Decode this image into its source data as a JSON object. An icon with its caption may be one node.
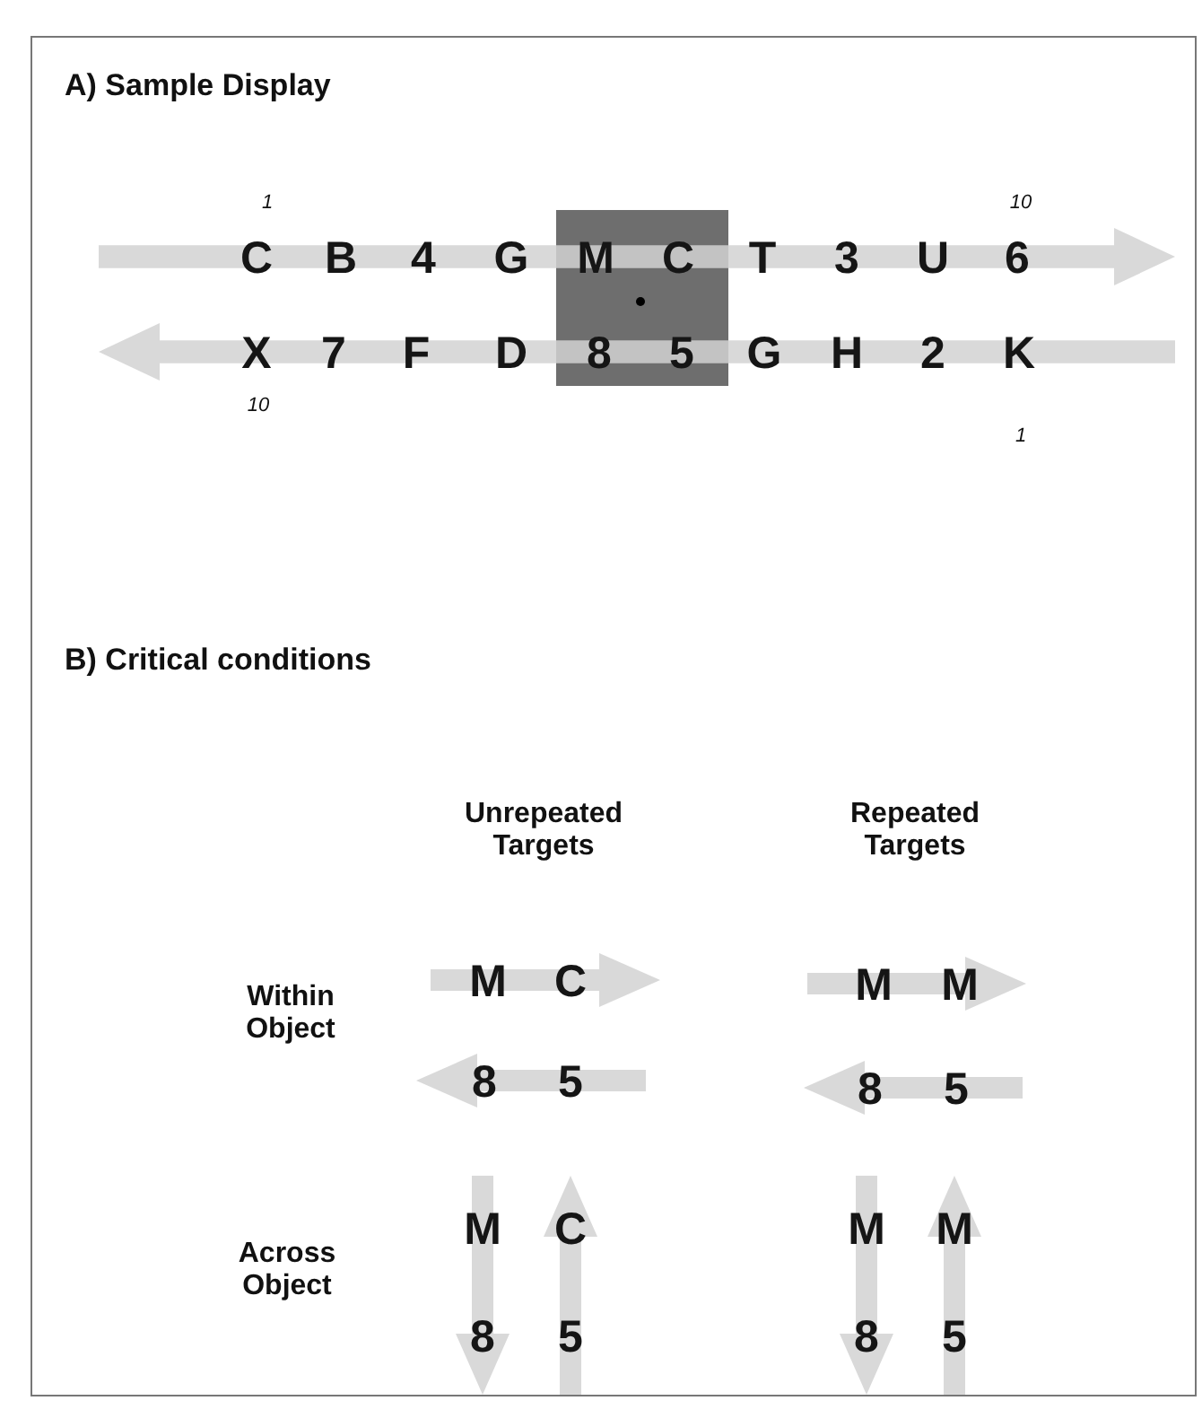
{
  "diagram": {
    "nodes": [
      {
        "text": [
          "C",
          "B",
          "4",
          "G",
          "M",
          "C",
          "T",
          "3",
          "U",
          "6"
        ]
      },
      {
        "text": [
          "X",
          "7",
          "F",
          "D",
          "8",
          "5",
          "G",
          "H",
          "2",
          "K"
        ]
      },
      {
        "text": [
          "M",
          "C"
        ]
      },
      {
        "text": [
          "8",
          "5"
        ]
      },
      {
        "text": [
          "M",
          "M"
        ]
      },
      {
        "text": [
          "8",
          "5"
        ]
      },
      {
        "text": [
          "M",
          "8"
        ]
      },
      {
        "text": [
          "C",
          "5"
        ]
      },
      {
        "text": [
          "M",
          "8"
        ]
      },
      {
        "text": [
          "M",
          "5"
        ]
      }
    ],
    "labels": [
      "A) Sample Display",
      "1",
      "10",
      "10",
      "1",
      "B) Critical conditions",
      "Unrepeated Targets",
      "Repeated Targets",
      "Within Object",
      "Across Object"
    ]
  }
}
